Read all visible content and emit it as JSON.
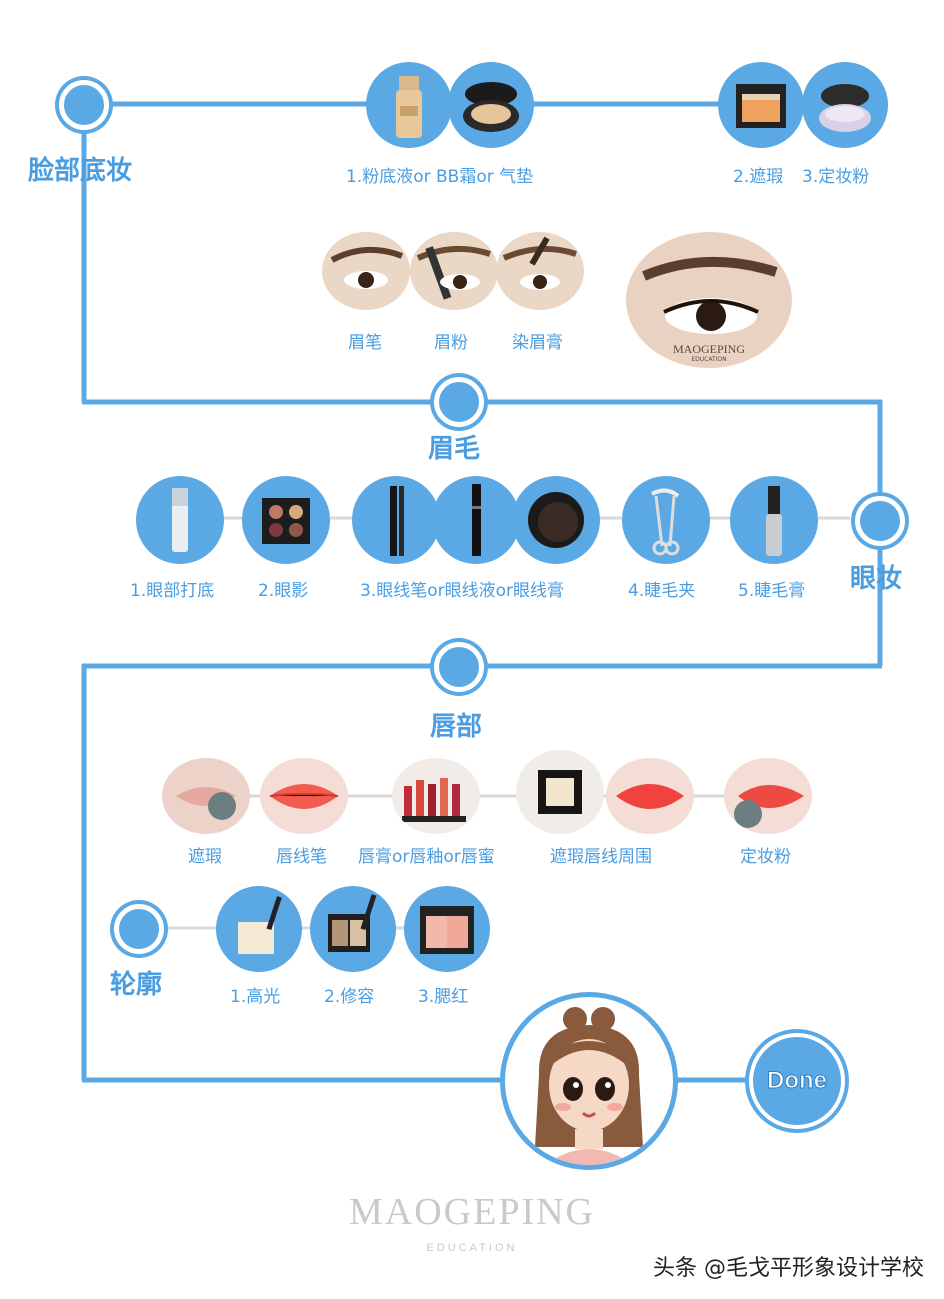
{
  "sections": {
    "face_base": {
      "title": "脸部底妆",
      "items": [
        {
          "caption": "1.粉底液or BB霜or 气垫",
          "icons": [
            "foundation-bottle-icon",
            "cushion-compact-icon"
          ]
        },
        {
          "caption": "2.遮瑕",
          "icons": [
            "concealer-palette-icon"
          ]
        },
        {
          "caption": "3.定妆粉",
          "icons": [
            "setting-powder-icon"
          ]
        }
      ]
    },
    "brows": {
      "title": "眉毛",
      "items": [
        {
          "caption": "眉笔",
          "icon": "eyebrow-pencil-photo"
        },
        {
          "caption": "眉粉",
          "icon": "eyebrow-powder-photo"
        },
        {
          "caption": "染眉膏",
          "icon": "brow-gel-photo"
        }
      ],
      "closeup_watermark": "MAOGEPING",
      "closeup_watermark_sub": "EDUCATION"
    },
    "eyes": {
      "title": "眼妆",
      "items": [
        {
          "caption": "1.眼部打底",
          "icons": [
            "eye-primer-tube-icon"
          ]
        },
        {
          "caption": "2.眼影",
          "icons": [
            "eyeshadow-palette-icon"
          ]
        },
        {
          "caption": "3.眼线笔or眼线液or眼线膏",
          "icons": [
            "eyeliner-pencil-icon",
            "liquid-eyeliner-icon",
            "gel-eyeliner-pot-icon"
          ]
        },
        {
          "caption": "4.睫毛夹",
          "icons": [
            "eyelash-curler-icon"
          ]
        },
        {
          "caption": "5.睫毛膏",
          "icons": [
            "mascara-icon"
          ]
        }
      ]
    },
    "lips": {
      "title": "唇部",
      "items": [
        {
          "caption": "遮瑕",
          "icon": "lip-concealer-photo"
        },
        {
          "caption": "唇线笔",
          "icon": "lip-liner-photo"
        },
        {
          "caption": "唇膏or唇釉or唇蜜",
          "icon": "lipstick-collection-photo"
        },
        {
          "caption": "遮瑕唇线周围",
          "icons": [
            "concealer-compact-photo",
            "lined-lips-photo"
          ]
        },
        {
          "caption": "定妆粉",
          "icon": "powdered-lips-photo"
        }
      ]
    },
    "contour": {
      "title": "轮廓",
      "items": [
        {
          "caption": "1.高光",
          "icon": "highlighter-icon"
        },
        {
          "caption": "2.修容",
          "icon": "contour-palette-icon"
        },
        {
          "caption": "3.腮红",
          "icon": "blush-compact-icon"
        }
      ]
    }
  },
  "done_label": "Done",
  "brand": {
    "name": "MAOGEPING",
    "sub": "EDUCATION"
  },
  "footer": "头条 @毛戈平形象设计学校",
  "colors": {
    "accent": "#5aa8e4",
    "text": "#4a9de0",
    "line_grey": "#d8d8d8"
  }
}
